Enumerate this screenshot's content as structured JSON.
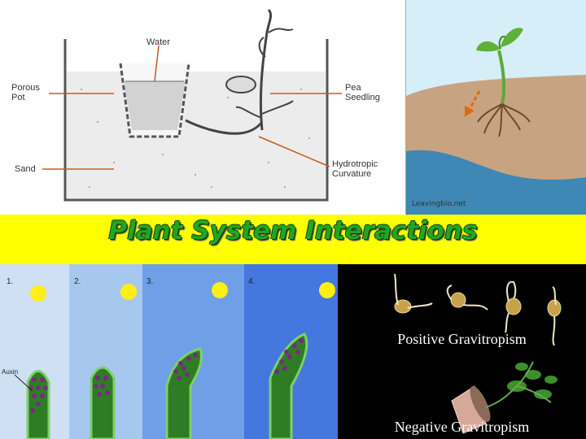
{
  "hydrotropism": {
    "labels": {
      "water": "Water",
      "porous_pot": "Porous\nPot",
      "pea_seedling": "Pea\nSeedling",
      "sand": "Sand",
      "hydrotropic_curvature": "Hydrotropic\nCurvature"
    }
  },
  "seedling": {
    "credit": "Leavingbio.net"
  },
  "banner": {
    "title": "Plant System Interactions"
  },
  "auxin": {
    "steps": [
      "1.",
      "2.",
      "3.",
      "4."
    ],
    "auxin_label": "Auxin"
  },
  "gravitropism": {
    "positive_label": "Positive Gravitropism",
    "negative_label": "Negative Gravitropism"
  }
}
